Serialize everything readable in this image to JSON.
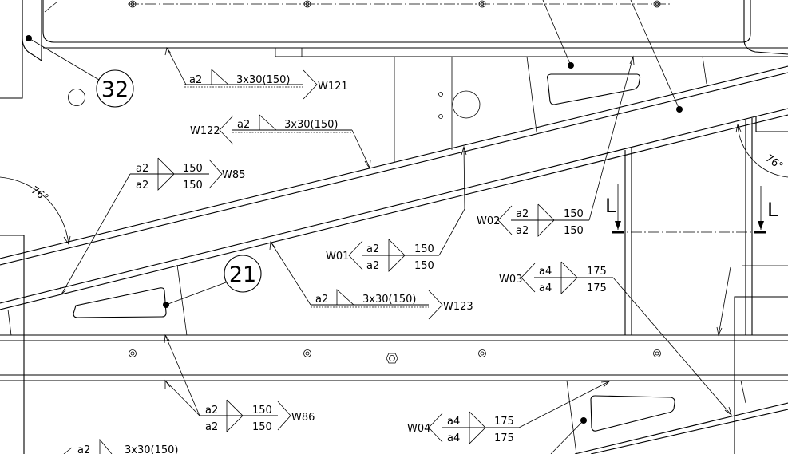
{
  "balloons": [
    {
      "id": "balloon-32",
      "text": "32"
    },
    {
      "id": "balloon-21",
      "text": "21"
    }
  ],
  "section_marks": {
    "left": "L",
    "right": "L"
  },
  "angles": {
    "left": "76°",
    "right": "76°"
  },
  "welds": {
    "w121": {
      "tag": "W121",
      "size": "a2",
      "spec": "3x30(150)"
    },
    "w122": {
      "tag": "W122",
      "size": "a2",
      "spec": "3x30(150)"
    },
    "w123": {
      "tag": "W123",
      "size": "a2",
      "spec": "3x30(150)"
    },
    "w85": {
      "tag": "W85",
      "top_size": "a2",
      "bot_size": "a2",
      "top_len": "150",
      "bot_len": "150"
    },
    "w86": {
      "tag": "W86",
      "top_size": "a2",
      "bot_size": "a2",
      "top_len": "150",
      "bot_len": "150"
    },
    "w01": {
      "tag": "W01",
      "top_size": "a2",
      "bot_size": "a2",
      "top_len": "150",
      "bot_len": "150"
    },
    "w02": {
      "tag": "W02",
      "top_size": "a2",
      "bot_size": "a2",
      "top_len": "150",
      "bot_len": "150"
    },
    "w03": {
      "tag": "W03",
      "top_size": "a4",
      "bot_size": "a4",
      "top_len": "175",
      "bot_len": "175"
    },
    "w04": {
      "tag": "W04",
      "top_size": "a4",
      "bot_size": "a4",
      "top_len": "175",
      "bot_len": "175"
    },
    "bottom_partial": {
      "size": "a2",
      "spec": "3x30(150)"
    }
  }
}
